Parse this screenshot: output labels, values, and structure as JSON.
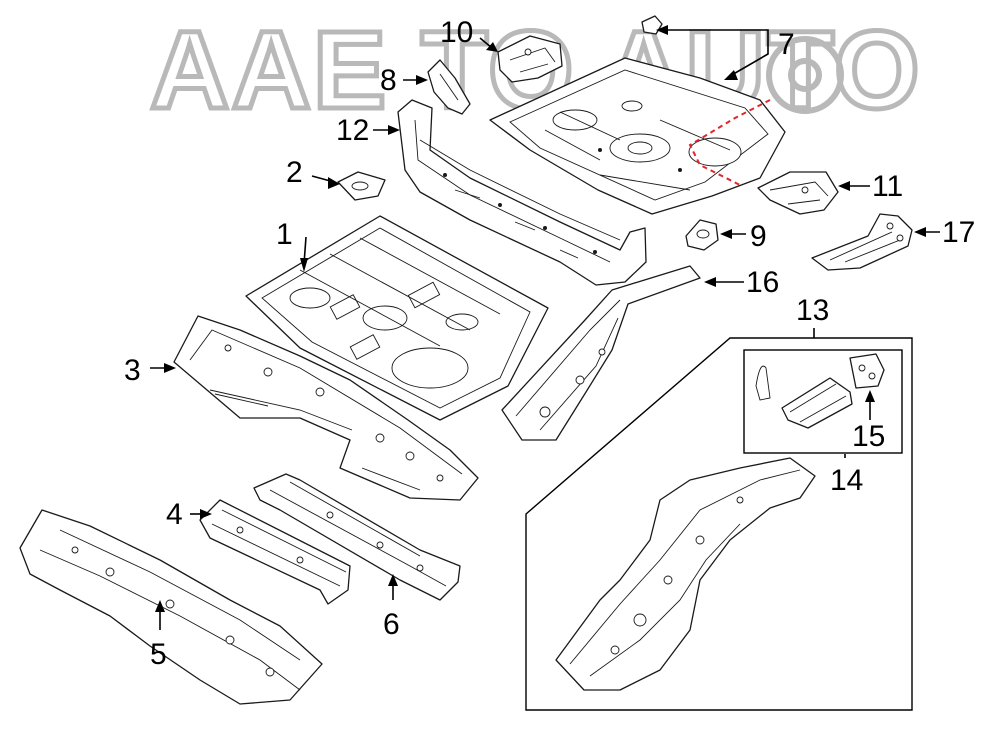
{
  "diagram": {
    "watermark_text": "AAE TO AUTO",
    "callouts": [
      {
        "id": "1",
        "label": "1"
      },
      {
        "id": "2",
        "label": "2"
      },
      {
        "id": "3",
        "label": "3"
      },
      {
        "id": "4",
        "label": "4"
      },
      {
        "id": "5",
        "label": "5"
      },
      {
        "id": "6",
        "label": "6"
      },
      {
        "id": "7",
        "label": "7"
      },
      {
        "id": "8",
        "label": "8"
      },
      {
        "id": "9",
        "label": "9"
      },
      {
        "id": "10",
        "label": "10"
      },
      {
        "id": "11",
        "label": "11"
      },
      {
        "id": "12",
        "label": "12"
      },
      {
        "id": "13",
        "label": "13"
      },
      {
        "id": "14",
        "label": "14"
      },
      {
        "id": "15",
        "label": "15"
      },
      {
        "id": "16",
        "label": "16"
      },
      {
        "id": "17",
        "label": "17"
      }
    ],
    "colors": {
      "line": "#1a1a1a",
      "watermark": "#b9b9b9",
      "cut_line": "#e0262a"
    }
  }
}
